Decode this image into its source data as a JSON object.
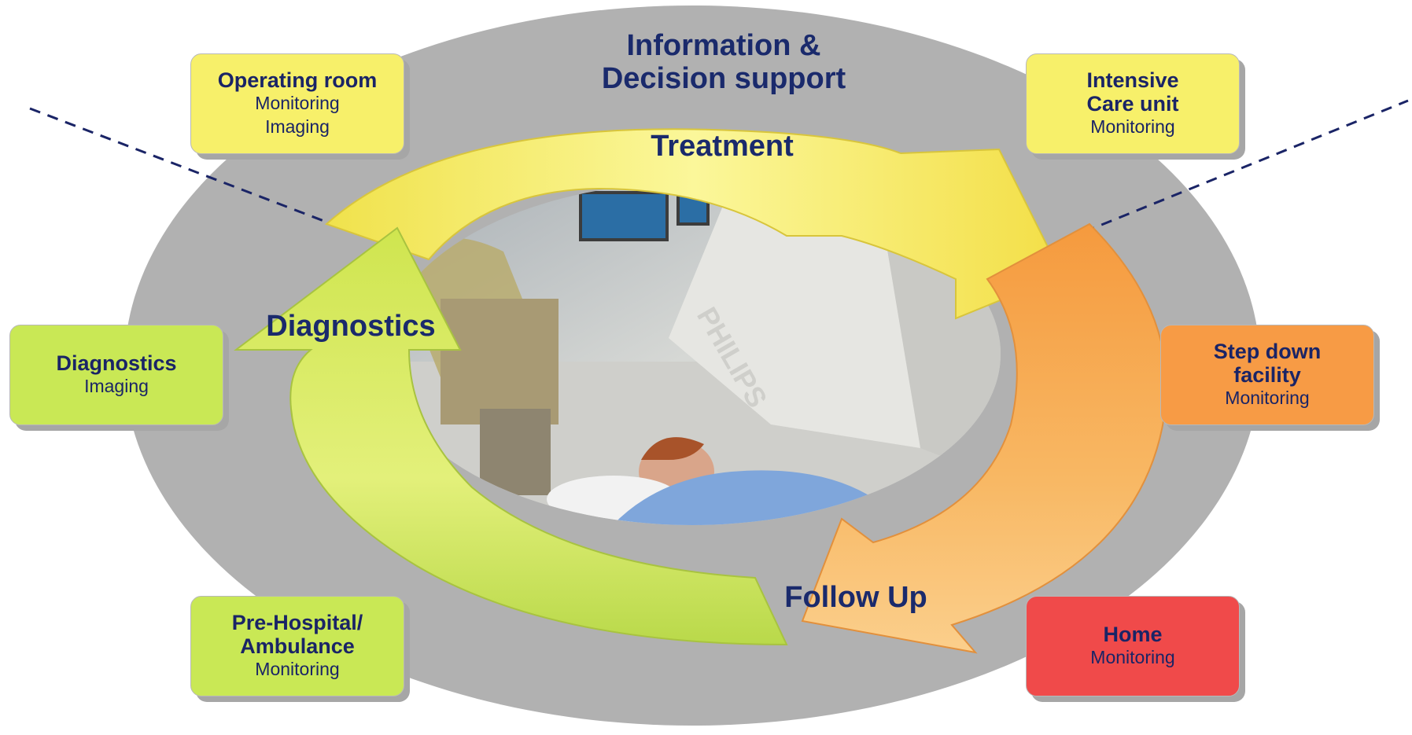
{
  "center_title": "Information &\nDecision support",
  "phases": {
    "treatment": "Treatment",
    "diagnostics": "Diagnostics",
    "follow_up": "Follow Up"
  },
  "photo": {
    "brand_text": "PHILIPS"
  },
  "cards": {
    "operating_room": {
      "title": "Operating room",
      "sub": "Monitoring\nImaging",
      "color": "#f7f06a"
    },
    "icu": {
      "title": "Intensive\nCare unit",
      "sub": "Monitoring",
      "color": "#f7f06a"
    },
    "diagnostics": {
      "title": "Diagnostics",
      "sub": "Imaging",
      "color": "#c9e855"
    },
    "step_down": {
      "title": "Step down\nfacility",
      "sub": "Monitoring",
      "color": "#f79b45"
    },
    "pre_hospital": {
      "title": "Pre-Hospital/\nAmbulance",
      "sub": "Monitoring",
      "color": "#c9e855"
    },
    "home": {
      "title": "Home",
      "sub": "Monitoring",
      "color": "#f04a4a"
    }
  },
  "colors": {
    "background_ellipse": "#b1b1b1",
    "title_text": "#1a2a6c",
    "dashed_line": "#1a2466",
    "arrow_treatment": "#f2ea55",
    "arrow_diagnostics": "#c6e24f",
    "arrow_follow_up": "#f7ad5a"
  }
}
